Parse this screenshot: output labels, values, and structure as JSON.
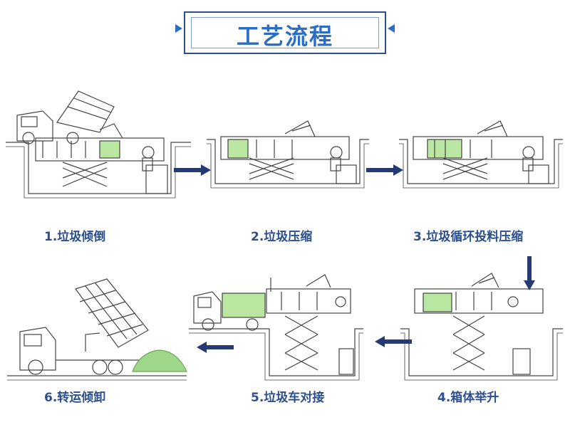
{
  "title": "工艺流程",
  "steps": [
    {
      "label": "1.垃圾倾倒"
    },
    {
      "label": "2.垃圾压缩"
    },
    {
      "label": "3.垃圾循环投料压缩"
    },
    {
      "label": "4.箱体举升"
    },
    {
      "label": "5.垃圾车对接"
    },
    {
      "label": "6.转运倾卸"
    }
  ],
  "colors": {
    "accent": "#2b6dc4",
    "arrow": "#253a73",
    "caption": "#2b4f8f",
    "compacted_waste": "#b9e6a0",
    "waste_pile": "#9fd78a"
  }
}
